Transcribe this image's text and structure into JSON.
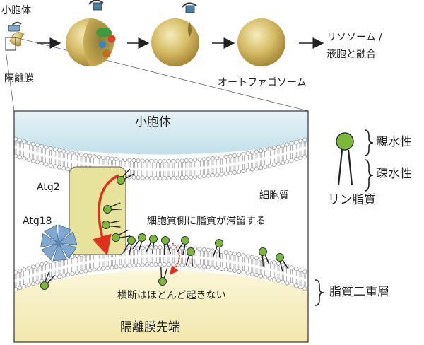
{
  "top": {
    "er_label": "小胞体",
    "phagophore_label": "隔離膜",
    "autophagosome_label": "オートファゴソーム",
    "fusion_line1": "リソソーム /",
    "fusion_line2": "液胞と融合"
  },
  "inset": {
    "er_label": "小胞体",
    "atg2_label": "Atg2",
    "atg18_label": "Atg18",
    "cytoplasm_label": "細胞質",
    "accumulation_label": "細胞質側に脂質が滞留する",
    "flipflop_label": "横断はほとんど起きない",
    "tip_label": "隔離膜先端"
  },
  "legend": {
    "hydrophilic_label": "親水性",
    "hydrophobic_label": "疎水性",
    "phospholipid_label": "リン脂質",
    "bilayer_label": "脂質二重層"
  },
  "colors": {
    "membrane_gold": "#c9ae52",
    "er_blue": "#cfe6ef",
    "tip_yellow": "#f7f1c8",
    "atg2_box": "#e8e39c",
    "lipid_head_green": "#79b83a",
    "arrow_red": "#e0301e",
    "atg18_blue": "#7fa7cf"
  }
}
